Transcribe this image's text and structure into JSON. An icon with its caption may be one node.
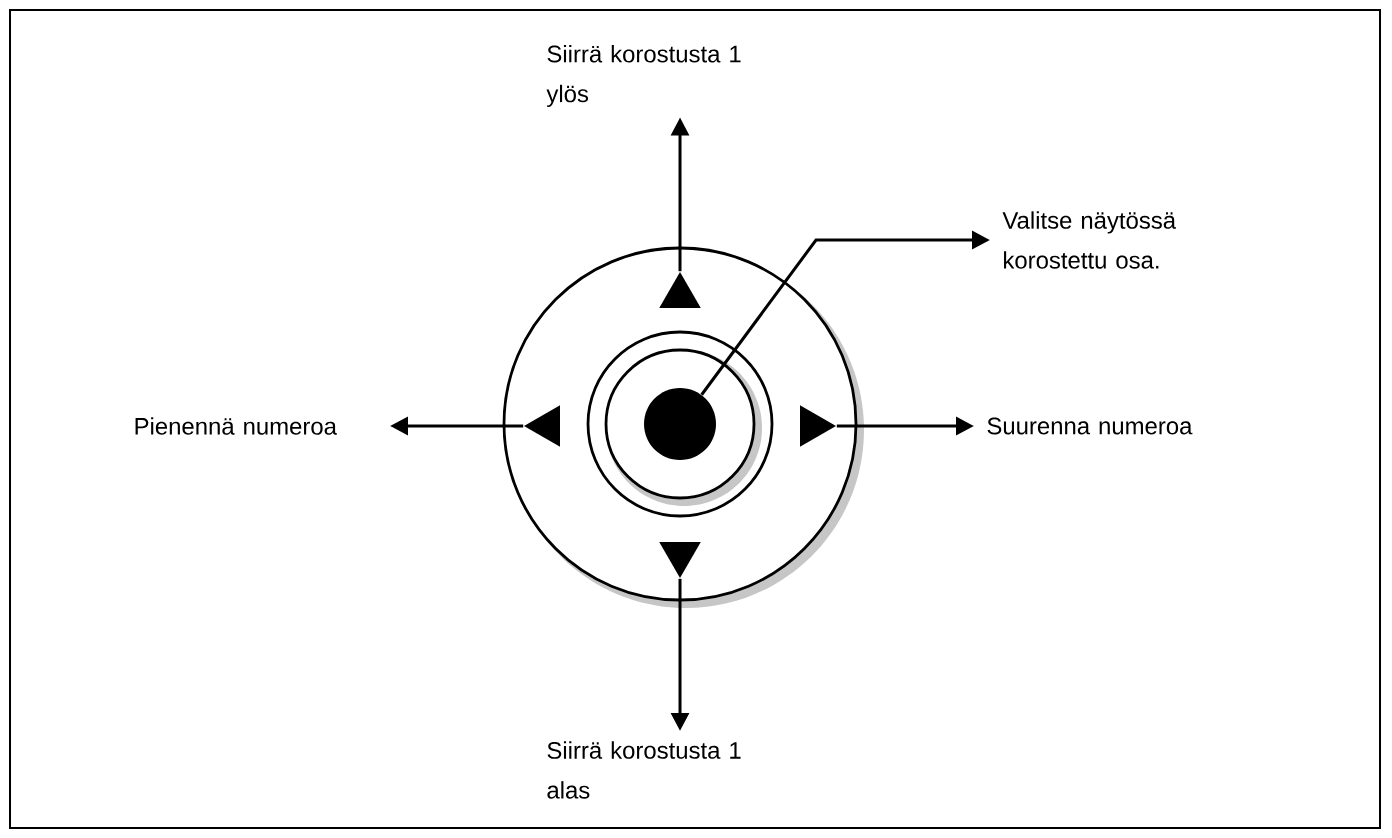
{
  "diagram": {
    "nodes": [
      {
        "text": [
          "Siirrä korostusta 1 ylös"
        ]
      },
      {
        "text": [
          "Valitse näytössä korostettu osa."
        ]
      },
      {
        "text": [
          "Pienennä numeroa"
        ]
      },
      {
        "text": [
          "Suurenna numeroa"
        ]
      },
      {
        "text": [
          "Siirrä korostusta 1 alas"
        ]
      },
      {
        "text": [],
        "shape": "triangle"
      },
      {
        "text": [],
        "shape": "triangle"
      },
      {
        "text": [],
        "shape": "circle"
      },
      {
        "text": [],
        "shape": "triangle"
      },
      {
        "text": [],
        "shape": "triangle"
      }
    ],
    "edges": [
      {
        "from": 5,
        "to": 0,
        "arrow": "to"
      },
      {
        "from": 7,
        "to": 1,
        "arrow": "to"
      },
      {
        "from": 6,
        "to": 2,
        "arrow": "to"
      },
      {
        "from": 8,
        "to": 3,
        "arrow": "to"
      },
      {
        "from": 9,
        "to": 4,
        "arrow": "to"
      }
    ]
  }
}
